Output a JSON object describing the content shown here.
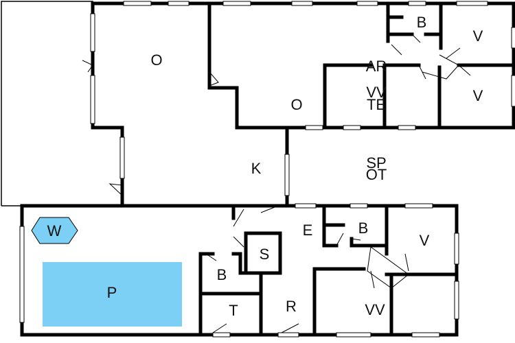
{
  "plan": {
    "colors": {
      "pool_fill": "#7ccff5",
      "spa_fill": "#7ccff5",
      "wall": "#000000",
      "background": "#ffffff"
    },
    "rooms": {
      "living_1": "O",
      "living_2": "O",
      "kitchen": "K",
      "bath_top": "B",
      "bed_top_1": "V",
      "bed_top_2": "V",
      "ar": "AR",
      "vv_top": "VV",
      "te": "TE",
      "sp": "SP",
      "ot": "OT",
      "spa": "W",
      "pool": "P",
      "entry": "E",
      "bath_mid": "B",
      "bed_right": "V",
      "sauna": "S",
      "bath_low": "B",
      "toilet": "T",
      "room_r": "R",
      "vv_bottom": "VV"
    }
  }
}
